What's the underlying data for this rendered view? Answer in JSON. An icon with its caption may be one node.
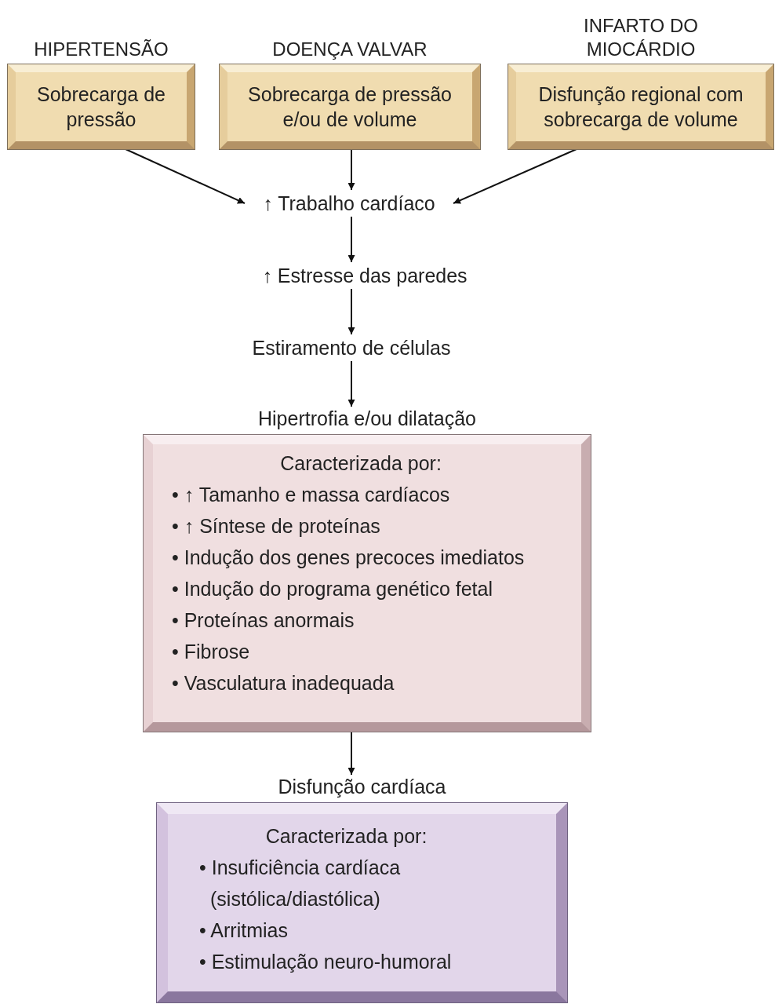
{
  "diagram": {
    "nodes": [
      {
        "text": [
          "HIPERTENSÃO",
          "Sobrecarga de pressão"
        ]
      },
      {
        "text": [
          "DOENÇA VALVAR",
          "Sobrecarga de pressão e/ou de volume"
        ]
      },
      {
        "text": [
          "INFARTO DO MIOCÁRDIO",
          "Disfunção regional com sobrecarga de volume"
        ]
      },
      {
        "text": [
          "↑ Trabalho cardíaco"
        ]
      },
      {
        "text": [
          "↑ Estresse das paredes"
        ]
      },
      {
        "text": [
          "Estiramento de células"
        ]
      },
      {
        "text": [
          "Hipertrofia e/ou dilatação",
          "Caracterizada por:",
          "• ↑ Tamanho e massa cardíacos",
          "• ↑ Síntese de proteínas",
          "• Indução dos genes precoces imediatos",
          "• Indução do programa genético fetal",
          "• Proteínas anormais",
          "• Fibrose",
          "• Vasculatura inadequada"
        ]
      },
      {
        "text": [
          "Disfunção cardíaca",
          "Caracterizada por:",
          "• Insuficiência cardíaca (sistólica/diastólica)",
          "• Arritmias",
          "• Estimulação neuro-humoral"
        ]
      }
    ],
    "edges": [
      {
        "from": 0,
        "to": 3,
        "arrow": "to"
      },
      {
        "from": 1,
        "to": 3,
        "arrow": "to"
      },
      {
        "from": 2,
        "to": 3,
        "arrow": "to"
      },
      {
        "from": 3,
        "to": 4,
        "arrow": "to"
      },
      {
        "from": 4,
        "to": 5,
        "arrow": "to"
      },
      {
        "from": 5,
        "to": 6,
        "arrow": "to"
      },
      {
        "from": 6,
        "to": 7,
        "arrow": "to"
      }
    ]
  }
}
